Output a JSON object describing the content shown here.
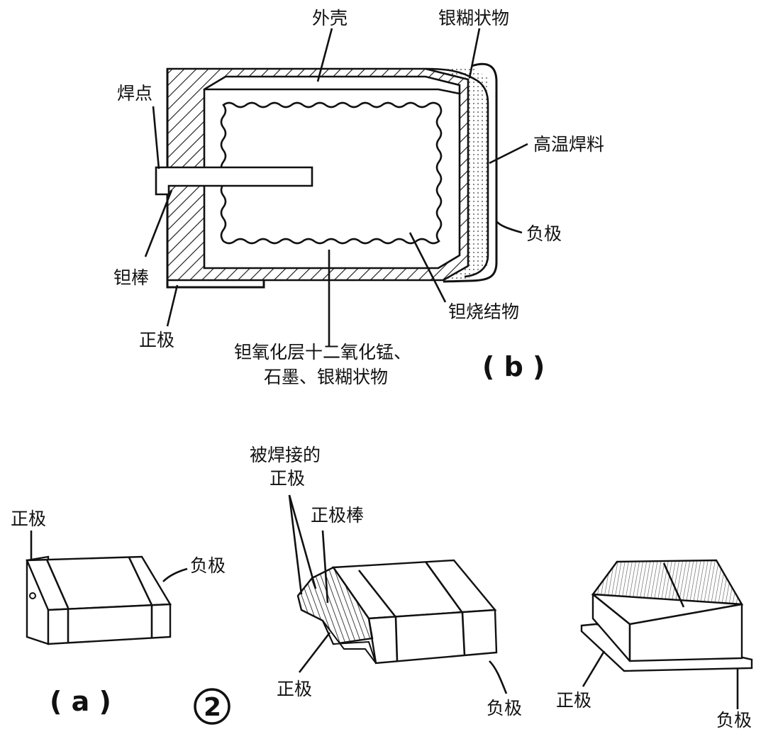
{
  "figure_b": {
    "labels": {
      "shell": "外壳",
      "silver_paste": "银糊状物",
      "solder_point": "焊点",
      "high_temp_solder": "高温焊料",
      "negative": "负极",
      "tantalum_rod": "钽棒",
      "positive": "正极",
      "sintered_tantalum": "钽烧结物",
      "oxide_layer_line1": "钽氧化层十二氧化锰、",
      "oxide_layer_line2": "石墨、银糊状物"
    },
    "caption": "( b )"
  },
  "figure_a": {
    "caption": "( a )",
    "figure_number": "2",
    "chip1": {
      "positive": "正极",
      "negative": "负极"
    },
    "chip2": {
      "welded_positive_line1": "被焊接的",
      "welded_positive_line2": "正极",
      "positive_rod": "正极棒",
      "positive": "正极",
      "negative": "负极"
    },
    "chip3": {
      "positive": "正极",
      "negative": "负极"
    }
  }
}
